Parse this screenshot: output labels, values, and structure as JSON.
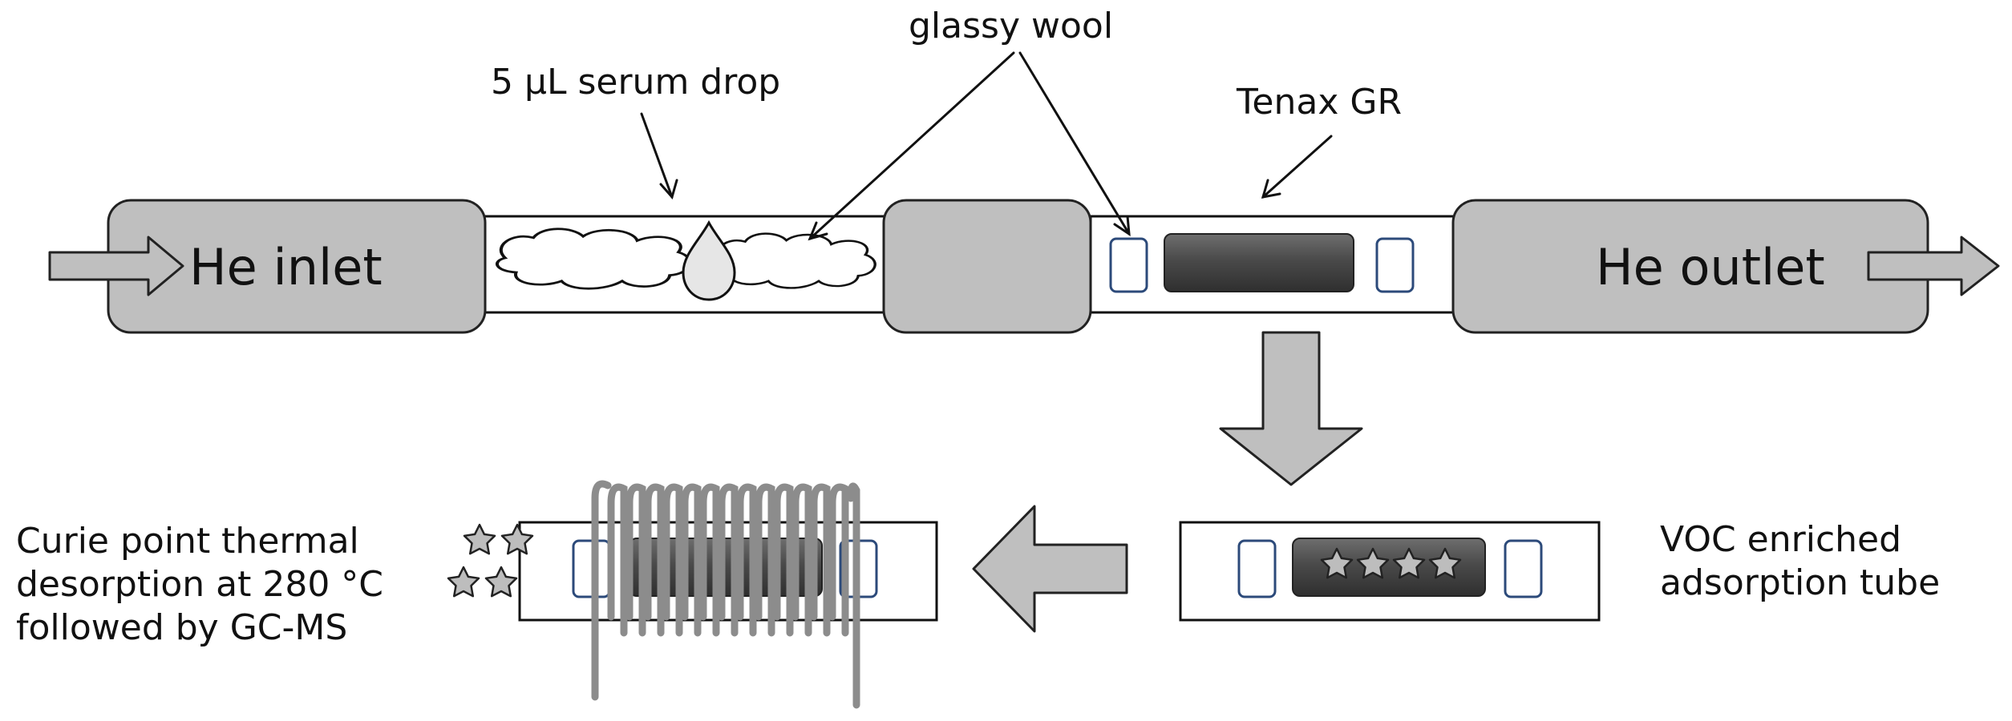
{
  "labels": {
    "he_inlet": "He inlet",
    "he_outlet": "He outlet",
    "serum_drop": "5 µL serum drop",
    "glassy_wool": "glassy wool",
    "tenax": "Tenax GR",
    "voc_line1": "VOC enriched",
    "voc_line2": "adsorption tube",
    "curie_line1": "Curie point thermal",
    "curie_line2": "desorption at 280 °C",
    "curie_line3": "followed by GC-MS"
  },
  "colors": {
    "block_fill": "#bfbfbf",
    "block_stroke": "#222222",
    "sorbent_fill": "#4a4a4a",
    "frit_stroke": "#2c4a7a",
    "coil": "#8c8c8c",
    "arrow_fill": "#bfbfbf",
    "star_fill": "#bdbdbd"
  },
  "icons": {
    "cloud": "glassy-wool-cloud-icon",
    "drop": "serum-drop-icon",
    "star": "voc-star-icon",
    "coil": "heating-coil-icon"
  }
}
